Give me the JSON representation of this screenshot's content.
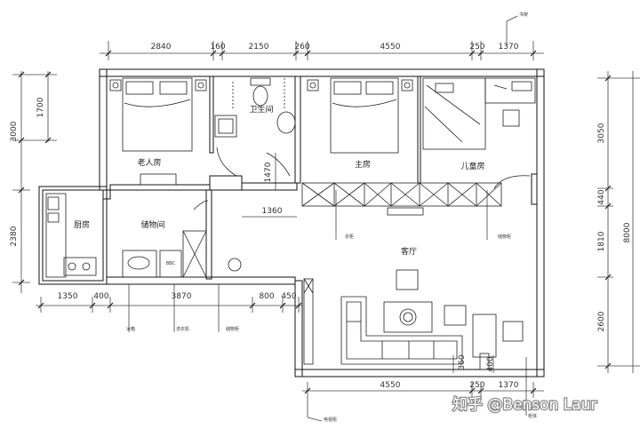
{
  "dimensions": {
    "top": [
      "2840",
      "160",
      "2150",
      "260",
      "4550",
      "250",
      "1370"
    ],
    "bottom_left": [
      "1350",
      "400",
      "3870",
      "800",
      "450"
    ],
    "bottom_right": [
      "4550",
      "250",
      "1370"
    ],
    "left": [
      "1700",
      "3000",
      "2380"
    ],
    "right_inner": [
      "3050",
      "440",
      "1810",
      "2600"
    ],
    "right_outer": "8000",
    "kitchen_hall": "1470",
    "hall_width": "1360",
    "balcony_a": "360",
    "balcony_b": "400"
  },
  "rooms": {
    "elder": "老人房",
    "bath": "卫生间",
    "master": "主房",
    "child": "儿童房",
    "kitchen": "厨房",
    "storage": "储物间",
    "living": "客厅"
  },
  "notes": {
    "bookshelf": "书架",
    "wardrobe": "衣柜",
    "child_cabinet": "储物柜",
    "fridge": "冰箱",
    "washer": "洗衣机",
    "fridge_label": "BBC",
    "storage_cabinet": "储物柜",
    "tv_cabinet": "电视柜",
    "cabinet_bottom": "柜体"
  },
  "watermark": "知乎 @Benson Laur",
  "colors": {
    "line": "#222222",
    "dim": "#444444",
    "background": "#ffffff"
  }
}
